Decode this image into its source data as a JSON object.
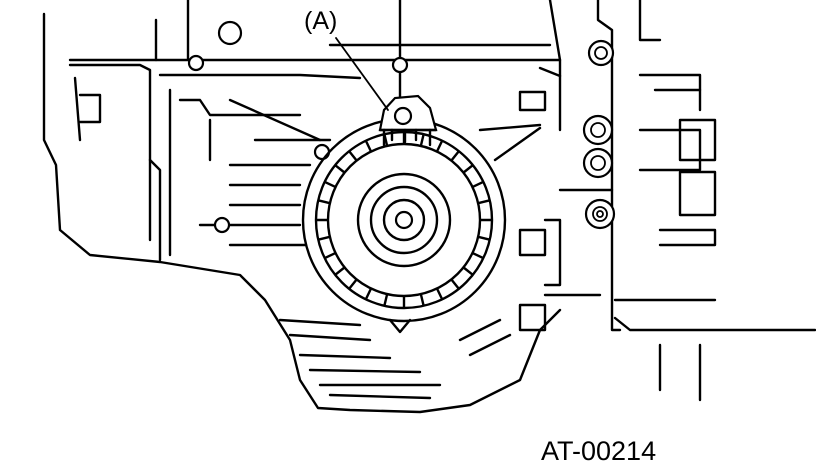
{
  "callout": {
    "label": "(A)",
    "target": "sensor-bracket"
  },
  "figure": {
    "code": "AT-00214"
  },
  "colors": {
    "line": "#000000",
    "background": "#ffffff"
  }
}
